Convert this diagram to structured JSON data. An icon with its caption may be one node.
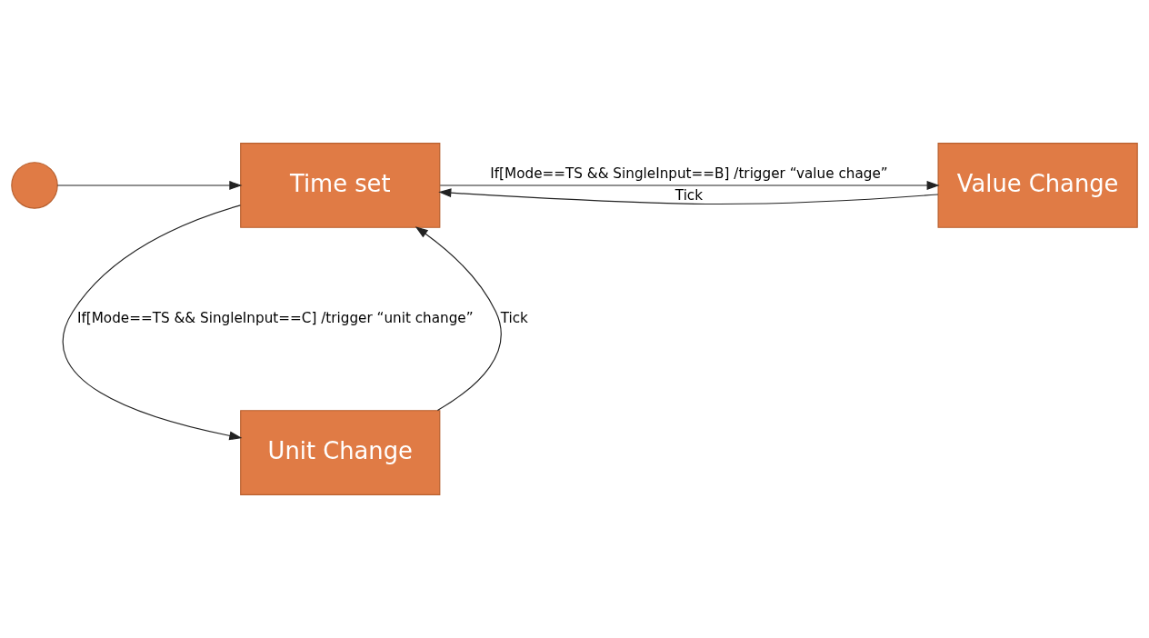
{
  "diagram": {
    "nodes": [
      {
        "text": [],
        "shape": "circle"
      },
      {
        "text": [
          "Time set"
        ]
      },
      {
        "text": [
          "Value Change"
        ]
      },
      {
        "text": [
          "Unit Change"
        ]
      }
    ],
    "edges": [
      {
        "from": 0,
        "to": 1,
        "arrow": "to"
      },
      {
        "from": 1,
        "to": 2,
        "arrow": "to",
        "label": "If[Mode==TS && SingleInput==B] /trigger “value chage”"
      },
      {
        "from": 2,
        "to": 1,
        "arrow": "to",
        "label": "Tick"
      },
      {
        "from": 1,
        "to": 3,
        "arrow": "to",
        "label": "If[Mode==TS && SingleInput==C] /trigger “unit change”"
      },
      {
        "from": 3,
        "to": 1,
        "arrow": "to",
        "label": "Tick"
      }
    ]
  }
}
